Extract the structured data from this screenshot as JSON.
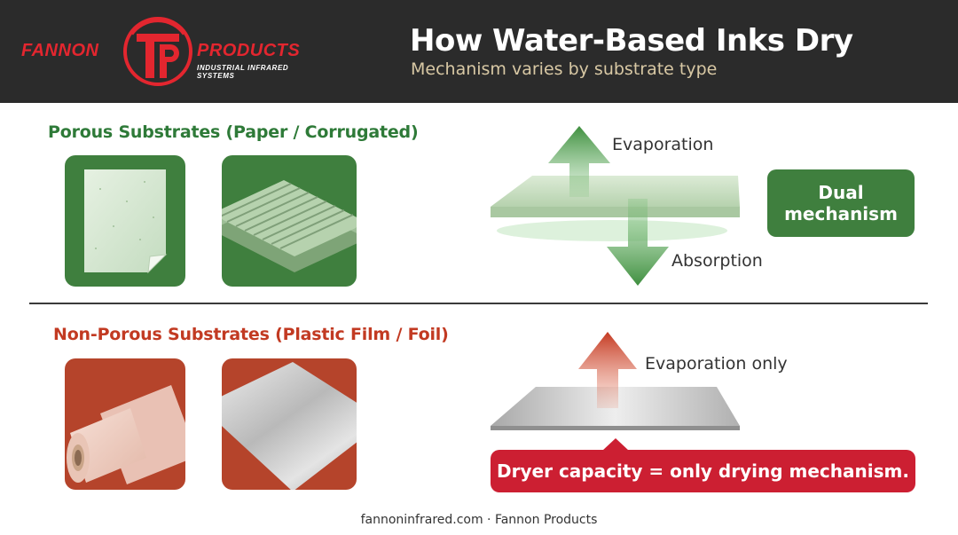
{
  "header": {
    "brand_left": "FANNON",
    "brand_right": "PRODUCTS",
    "brand_tagline": "INDUSTRIAL INFRARED SYSTEMS",
    "title": "How Water-Based Inks Dry",
    "subtitle": "Mechanism varies by substrate type"
  },
  "porous": {
    "heading": "Porous Substrates (Paper / Corrugated)",
    "labels": {
      "evaporation": "Evaporation",
      "absorption": "Absorption"
    },
    "badge_line1": "Dual",
    "badge_line2": "mechanism"
  },
  "nonporous": {
    "heading": "Non-Porous Substrates (Plastic Film / Foil)",
    "labels": {
      "evaporation_only": "Evaporation only"
    },
    "callout": "Dryer capacity = only drying mechanism."
  },
  "footer": "fannoninfrared.com · Fannon Products",
  "colors": {
    "header_bg": "#2b2b2b",
    "brand_red": "#e3262f",
    "porous_green": "#3f7f3e",
    "nonporous_red": "#b5442b",
    "callout_red": "#cc1f32",
    "subtitle_tan": "#d8c8a4"
  },
  "icons": [
    "fp-logo-icon",
    "paper-sheet-icon",
    "corrugated-board-icon",
    "plastic-film-roll-icon",
    "foil-sheet-icon",
    "arrow-up-icon",
    "arrow-down-icon"
  ]
}
